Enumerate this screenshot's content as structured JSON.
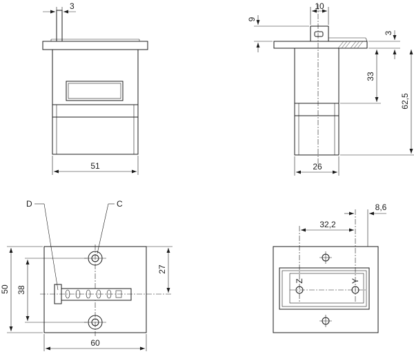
{
  "dimensions": {
    "front_pin_width": "3",
    "front_width": "51",
    "side_shaft_width": "10",
    "side_flange_offset": "9",
    "side_flange_thickness": "3",
    "side_body_length": "33",
    "side_total_length": "62,5",
    "side_body_width": "26",
    "face_width": "60",
    "face_height": "50",
    "face_hole_spacing": "38",
    "face_center_offset": "27",
    "cutout_hole_spacing": "32,2",
    "cutout_hole_offset": "8,6"
  },
  "labels": {
    "left_element": "D",
    "right_element": "C",
    "hole_left": "Z",
    "hole_right": "Y"
  }
}
